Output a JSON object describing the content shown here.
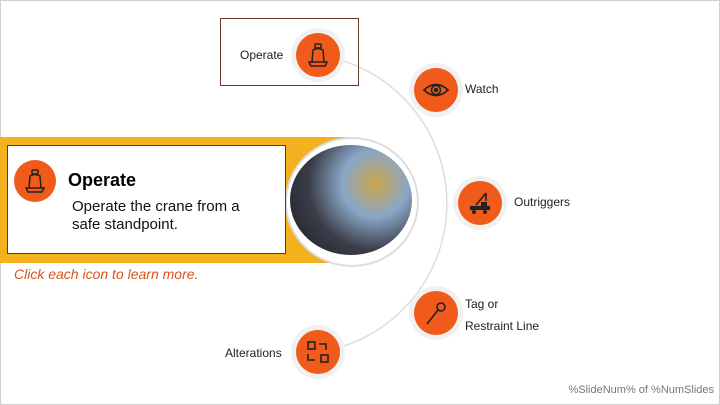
{
  "nav": {
    "operate": "Operate",
    "watch": "Watch",
    "outriggers": "Outriggers",
    "tag_line1": "Tag or",
    "tag_line2": "Restraint Line",
    "alterations": "Alterations"
  },
  "panel": {
    "title": "Operate",
    "body": "Operate the crane from a safe standpoint."
  },
  "instruction": "Click each icon to learn more.",
  "footer": "%SlideNum% of %NumSlides",
  "colors": {
    "accent": "#f05a1a",
    "band": "#f3b11f",
    "instruction": "#d9531e"
  }
}
